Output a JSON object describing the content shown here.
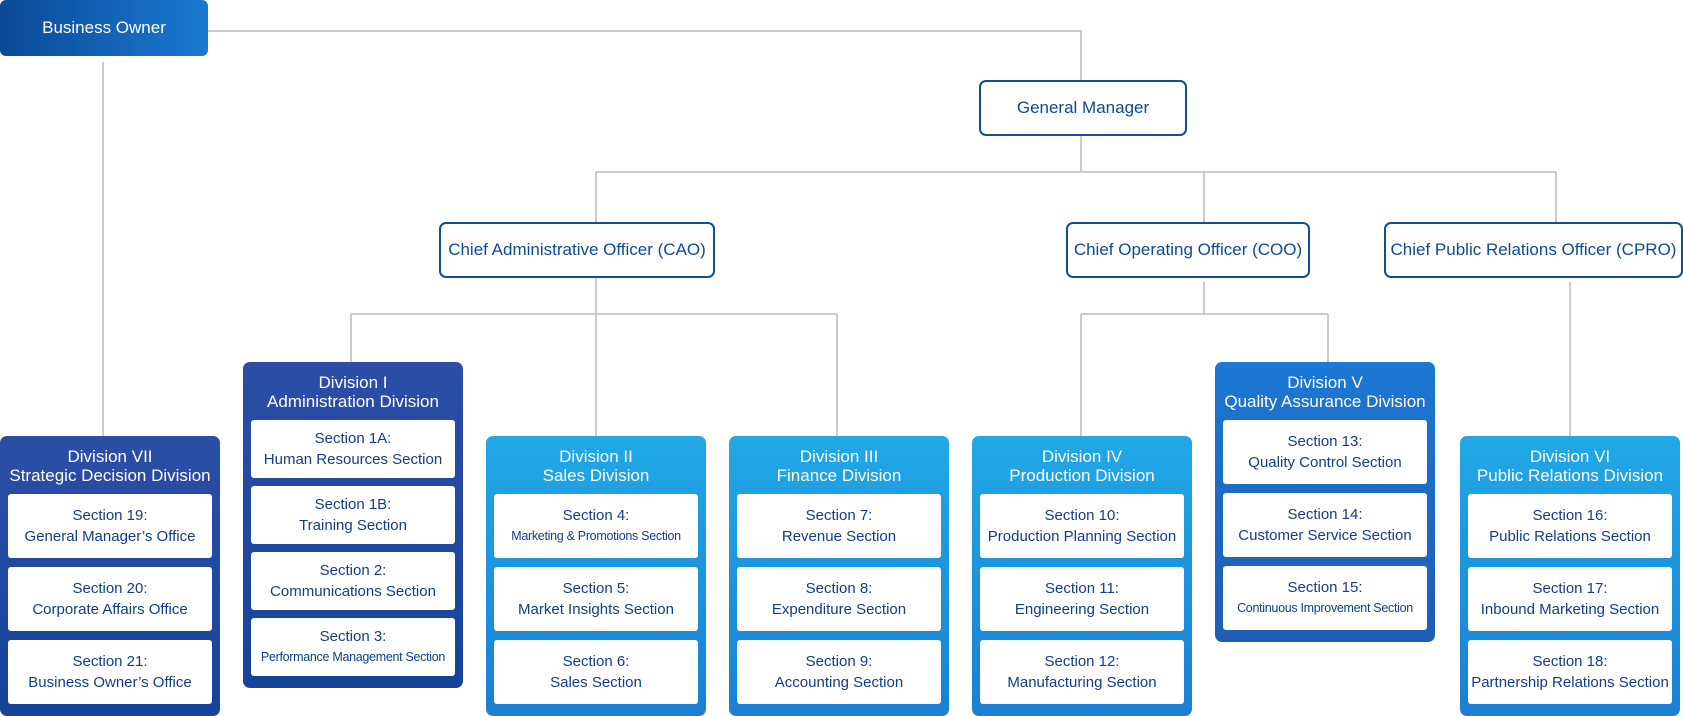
{
  "colors": {
    "connector": "#c9cbcf",
    "owner_gradient": [
      "#0c4a97",
      "#1978d2"
    ],
    "exec_border": "#0e4f9a",
    "exec_text": "#0e4a91",
    "division_navy": "#16449a",
    "division_mid": "#1b78d4",
    "division_sky": "#21a8e6",
    "section_text": "#123e86"
  },
  "business_owner": {
    "label": "Business Owner"
  },
  "general_manager": {
    "label": "General Manager"
  },
  "officers": {
    "cao": {
      "label": "Chief Administrative Officer (CAO)"
    },
    "coo": {
      "label": "Chief Operating Officer (COO)"
    },
    "cpro": {
      "label": "Chief Public Relations Officer (CPRO)"
    }
  },
  "divisions": {
    "vii": {
      "title": "Division VII",
      "name": "Strategic Decision Division",
      "sections": [
        {
          "num": "Section 19:",
          "name": "General Manager’s Office"
        },
        {
          "num": "Section 20:",
          "name": "Corporate Affairs Office"
        },
        {
          "num": "Section 21:",
          "name": "Business Owner’s Office"
        }
      ]
    },
    "i": {
      "title": "Division I",
      "name": "Administration Division",
      "sections": [
        {
          "num": "Section 1A:",
          "name": "Human Resources Section"
        },
        {
          "num": "Section 1B:",
          "name": "Training Section"
        },
        {
          "num": "Section 2:",
          "name": "Communications Section"
        },
        {
          "num": "Section 3:",
          "name": "Performance Management Section"
        }
      ]
    },
    "ii": {
      "title": "Division II",
      "name": "Sales Division",
      "sections": [
        {
          "num": "Section 4:",
          "name": "Marketing & Promotions Section"
        },
        {
          "num": "Section 5:",
          "name": "Market Insights Section"
        },
        {
          "num": "Section 6:",
          "name": "Sales Section"
        }
      ]
    },
    "iii": {
      "title": "Division III",
      "name": "Finance Division",
      "sections": [
        {
          "num": "Section 7:",
          "name": "Revenue Section"
        },
        {
          "num": "Section 8:",
          "name": "Expenditure Section"
        },
        {
          "num": "Section 9:",
          "name": "Accounting Section"
        }
      ]
    },
    "iv": {
      "title": "Division IV",
      "name": "Production Division",
      "sections": [
        {
          "num": "Section 10:",
          "name": "Production Planning Section"
        },
        {
          "num": "Section 11:",
          "name": "Engineering Section"
        },
        {
          "num": "Section 12:",
          "name": "Manufacturing Section"
        }
      ]
    },
    "v": {
      "title": "Division V",
      "name": "Quality Assurance Division",
      "sections": [
        {
          "num": "Section 13:",
          "name": "Quality Control Section"
        },
        {
          "num": "Section 14:",
          "name": "Customer Service Section"
        },
        {
          "num": "Section 15:",
          "name": "Continuous Improvement Section"
        }
      ]
    },
    "vi": {
      "title": "Division VI",
      "name": "Public Relations Division",
      "sections": [
        {
          "num": "Section 16:",
          "name": "Public Relations Section"
        },
        {
          "num": "Section 17:",
          "name": "Inbound Marketing Section"
        },
        {
          "num": "Section 18:",
          "name": "Partnership Relations Section"
        }
      ]
    }
  }
}
